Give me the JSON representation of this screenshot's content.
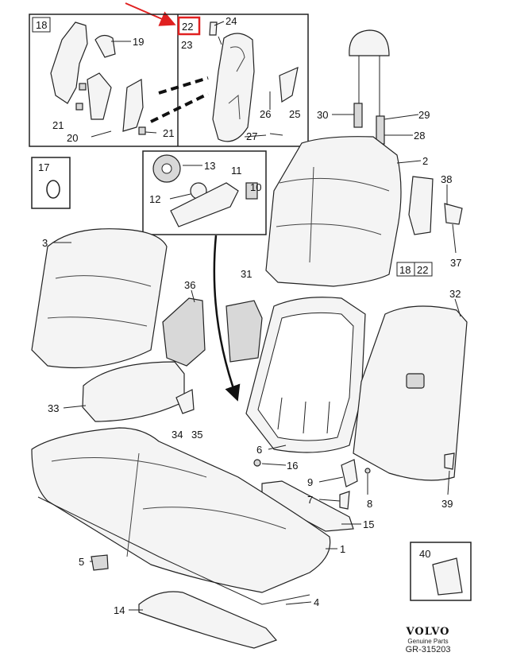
{
  "diagram": {
    "highlight_color": "#e02020",
    "highlighted_callout": "22",
    "callouts": {
      "c18_box": "18",
      "c22_box": "22",
      "c24": "24",
      "c23": "23",
      "c19": "19",
      "c21a": "21",
      "c20": "20",
      "c21b": "21",
      "c26": "26",
      "c25": "25",
      "c27": "27",
      "c17": "17",
      "c13": "13",
      "c11": "11",
      "c12": "12",
      "c10": "10",
      "c3": "3",
      "c36": "36",
      "c33": "33",
      "c34": "34",
      "c35": "35",
      "c31": "31",
      "c30": "30",
      "c29": "29",
      "c28": "28",
      "c2": "2",
      "c38": "38",
      "c37": "37",
      "c18_ref": "18",
      "c22_ref": "22",
      "c32": "32",
      "c6": "6",
      "c16": "16",
      "c9": "9",
      "c7": "7",
      "c8": "8",
      "c15": "15",
      "c39": "39",
      "c5": "5",
      "c1": "1",
      "c40": "40",
      "c14": "14",
      "c4": "4"
    }
  },
  "logo": {
    "brand": "VOLVO",
    "subtitle": "Genuine Parts",
    "code": "GR-315203"
  }
}
